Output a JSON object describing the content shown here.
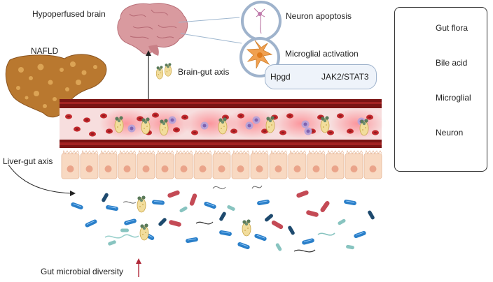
{
  "labels": {
    "hypoperfused_brain": "Hypoperfused brain",
    "nafld": "NAFLD",
    "brain_gut_axis": "Brain-gut axis",
    "liver_gut_axis": "Liver-gut axis",
    "neuron_apoptosis": "Neuron apoptosis",
    "microglial_activation": "Microglial activation",
    "hpgd": "Hpgd",
    "jak2_stat3": "JAK2/STAT3",
    "gut_microbial_diversity": "Gut microbial diversity"
  },
  "legend": {
    "items": [
      {
        "label": "Gut flora",
        "icon": "gut-flora-icon"
      },
      {
        "label": "Bile acid",
        "icon": "bile-acid-icon"
      },
      {
        "label": "Microglial",
        "icon": "microglia-icon"
      },
      {
        "label": "Neuron",
        "icon": "neuron-icon"
      }
    ]
  },
  "colors": {
    "vessel_wall": "#7a1414",
    "vessel_lumen": "#f7dede",
    "rbc": "#c0282c",
    "bile_acid": "#f2dd9c",
    "bile_dots": "#5a7a5a",
    "microglia": "#f0a050",
    "neuron": "#9c3a78",
    "liver": "#b9782f",
    "brain": "#d99a9f",
    "epithelium": "#f8d9c2",
    "arrow_up": "#b02a3a",
    "arrow_down": "#1f5d8c"
  }
}
